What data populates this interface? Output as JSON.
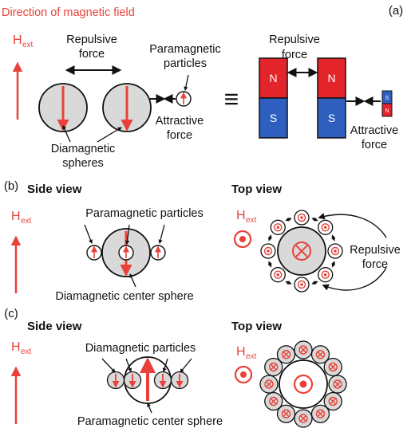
{
  "colors": {
    "field_red": "#e8423a",
    "sphere_gray": "#d9d9d9",
    "north_red": "#e3242b",
    "south_blue": "#2e5fbf",
    "outline": "#111111"
  },
  "field_symbol": {
    "h": "H",
    "sub": "ext"
  },
  "panel_a": {
    "label": "(a)",
    "field_direction": "Direction of magnetic field",
    "repulsive_force": [
      "Repulsive",
      "force"
    ],
    "paramagnetic_particles": [
      "Paramagnetic",
      "particles"
    ],
    "attractive_force": [
      "Attractive",
      "force"
    ],
    "diamagnetic_spheres": [
      "Diamagnetic",
      "spheres"
    ],
    "equivalent_symbol": "≡",
    "magnet_repulsive_force": [
      "Repulsive",
      "force"
    ],
    "magnet_attractive_force": [
      "Attractive",
      "force"
    ],
    "north": "N",
    "south": "S"
  },
  "panel_b": {
    "label": "(b)",
    "side_view": "Side view",
    "top_view": "Top view",
    "paramagnetic_particles": "Paramagnetic particles",
    "diamagnetic_center_sphere": "Diamagnetic center sphere",
    "repulsive_force": [
      "Repulsive",
      "force"
    ]
  },
  "panel_c": {
    "label": "(c)",
    "side_view": "Side view",
    "top_view": "Top view",
    "diamagnetic_particles": "Diamagnetic particles",
    "paramagnetic_center_sphere": "Paramagnetic center sphere"
  },
  "icons": [
    "field-arrow-icon",
    "dot-in-circle-icon",
    "cross-in-circle-icon",
    "bar-magnet-icon"
  ]
}
